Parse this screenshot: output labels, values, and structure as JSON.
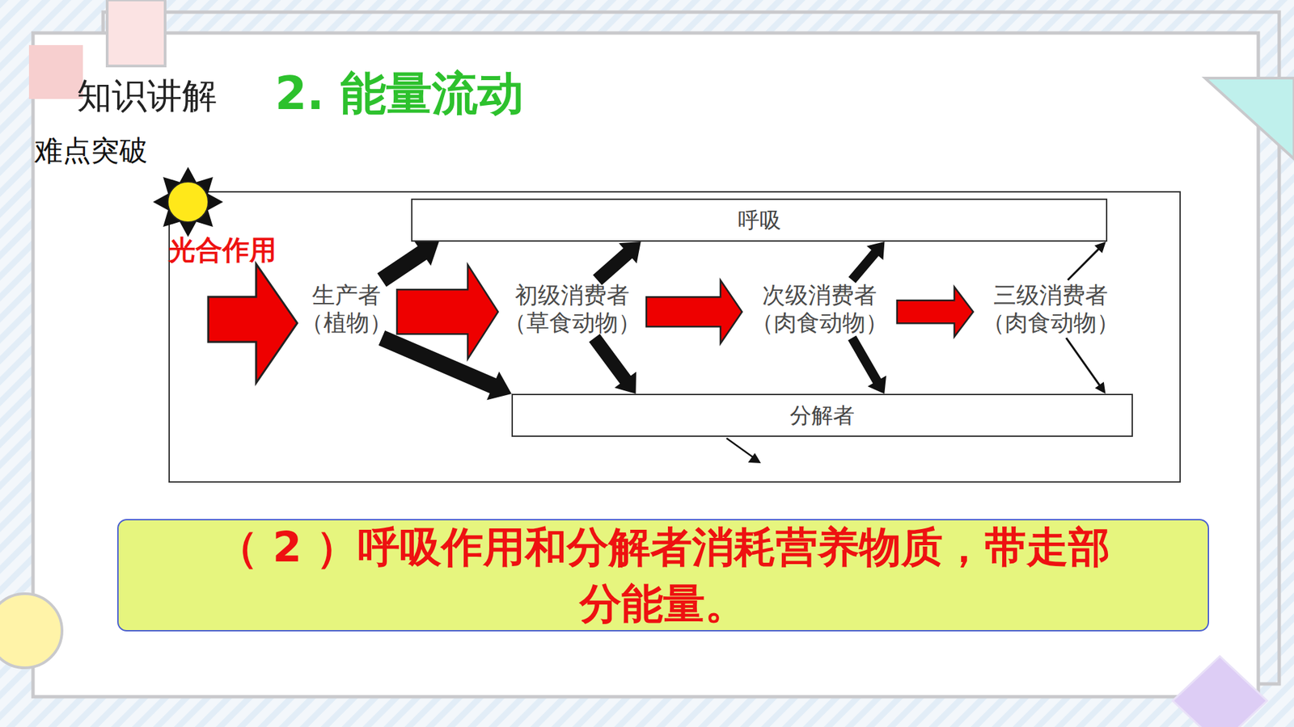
{
  "diagram": {
    "title": "2. 能量流动",
    "nodes": [
      {
        "text": [
          "呼吸"
        ]
      },
      {
        "text": [
          "生产者",
          "（植物）"
        ]
      },
      {
        "text": [
          "初级消费者",
          "（草食动物）"
        ]
      },
      {
        "text": [
          "次级消费者",
          "（肉食动物）"
        ]
      },
      {
        "text": [
          "三级消费者",
          "（肉食动物）"
        ]
      },
      {
        "text": [
          "分解者"
        ]
      },
      {
        "text": [
          "（ 2 ）呼吸作用和分解者消耗营养物质，带走部分能量。"
        ]
      }
    ],
    "edges": [
      {
        "from": 1,
        "to": 2,
        "arrow": "to"
      },
      {
        "from": 2,
        "to": 3,
        "arrow": "to"
      },
      {
        "from": 3,
        "to": 4,
        "arrow": "to"
      },
      {
        "from": 1,
        "to": 0,
        "arrow": "to"
      },
      {
        "from": 2,
        "to": 0,
        "arrow": "to"
      },
      {
        "from": 3,
        "to": 0,
        "arrow": "to"
      },
      {
        "from": 4,
        "to": 0,
        "arrow": "to"
      },
      {
        "from": 1,
        "to": 5,
        "arrow": "to"
      },
      {
        "from": 2,
        "to": 5,
        "arrow": "to"
      },
      {
        "from": 3,
        "to": 5,
        "arrow": "to"
      },
      {
        "from": 4,
        "to": 5,
        "arrow": "to"
      }
    ],
    "labels": [
      "知识讲解",
      "难点突破",
      "光合作用"
    ]
  }
}
